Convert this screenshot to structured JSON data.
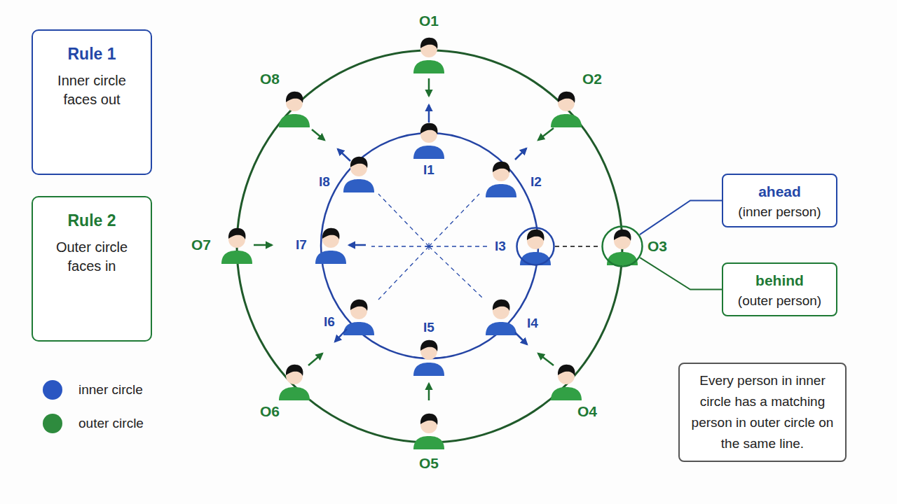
{
  "diagram": {
    "nodes": [
      {
        "text": [
          "Rule 1",
          "Inner circle faces out"
        ]
      },
      {
        "text": [
          "Rule 2",
          "Outer circle faces in"
        ]
      },
      {
        "text": [
          "I3"
        ]
      },
      {
        "text": [
          "O3"
        ]
      },
      {
        "text": [
          "ahead",
          "(inner person)"
        ]
      },
      {
        "text": [
          "behind",
          "(outer person)"
        ]
      },
      {
        "text": [
          "Every person in inner circle has a matching person in outer circle on the same line."
        ]
      }
    ],
    "edges": [
      {
        "from": 2,
        "to": 3,
        "arrow": "none"
      },
      {
        "from": 4,
        "to": 3,
        "arrow": "none"
      },
      {
        "from": 5,
        "to": 3,
        "arrow": "none"
      }
    ],
    "labels": [
      "O1",
      "O2",
      "O4",
      "O5",
      "O6",
      "O7",
      "O8",
      "I1",
      "I2",
      "I4",
      "I5",
      "I6",
      "I7",
      "I8"
    ],
    "legend": [
      {
        "text": "inner circle",
        "color": "#2a56c2"
      },
      {
        "text": "outer circle",
        "color": "#2e8b3e"
      }
    ]
  }
}
